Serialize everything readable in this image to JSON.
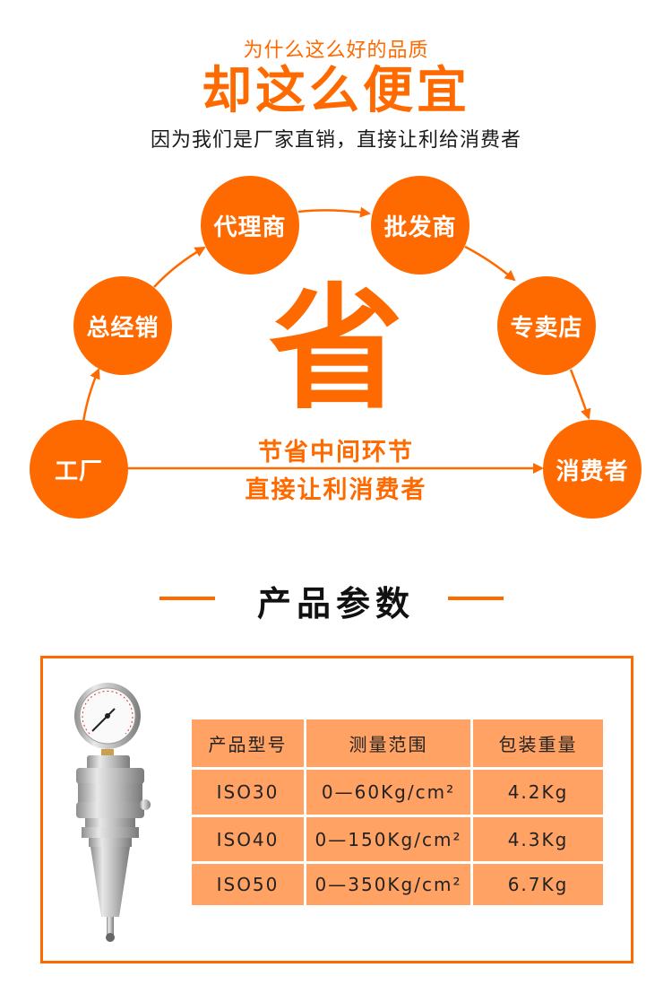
{
  "header": {
    "line1": "为什么这么好的品质",
    "line2": "却这么便宜",
    "line3": "因为我们是厂家直销，直接让利给消费者"
  },
  "flow": {
    "nodes": [
      {
        "id": "factory",
        "label": "工厂"
      },
      {
        "id": "distributor",
        "label": "总经销"
      },
      {
        "id": "agent",
        "label": "代理商"
      },
      {
        "id": "wholesaler",
        "label": "批发商"
      },
      {
        "id": "store",
        "label": "专卖店"
      },
      {
        "id": "consumer",
        "label": "消费者"
      }
    ],
    "center_char": "省",
    "save_line1": "节省中间环节",
    "save_line2": "直接让利消费者"
  },
  "params": {
    "title": "产品参数",
    "image_alt": "pressure-gauge-tool-holder",
    "table": {
      "headers": [
        "产品型号",
        "测量范围",
        "包装重量"
      ],
      "rows": [
        [
          "ISO30",
          "0—60Kg/cm²",
          "4.2Kg"
        ],
        [
          "ISO40",
          "0—150Kg/cm²",
          "4.3Kg"
        ],
        [
          "ISO50",
          "0—350Kg/cm²",
          "6.7Kg"
        ]
      ]
    }
  },
  "colors": {
    "accent": "#ff6a00",
    "table_bg": "#ffa263"
  }
}
